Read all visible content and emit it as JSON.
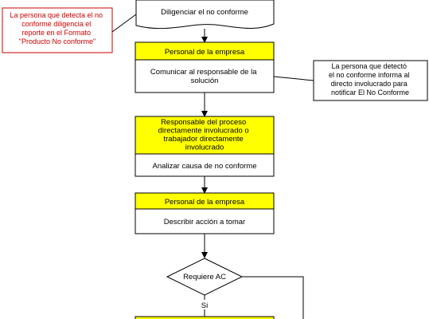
{
  "colors": {
    "header_fill": "#ffff00",
    "body_fill": "#ffffff",
    "stroke": "#000000",
    "note_red": "#cc0000",
    "note_red_border": "#cc0000"
  },
  "steps": {
    "document": {
      "label": "Diligenciar el no conforme"
    },
    "step1": {
      "role": "Personal de la empresa",
      "action": [
        "Comunicar al responsable de la",
        "solución"
      ]
    },
    "step2": {
      "role": [
        "Responsable del proceso",
        "directamente involucrado o",
        "trabajador directamente",
        "involucrado"
      ],
      "action": "Analizar causa de no conforme"
    },
    "step3": {
      "role": "Personal de la empresa",
      "action": "Describir acción a tomar"
    },
    "decision": {
      "label": "Requiere AC",
      "yes_label": "Si"
    }
  },
  "notes": {
    "left": [
      "La persona que detecta el no",
      "conforme diligencia el",
      "reporte en el Formato",
      "\"Producto No conforme\""
    ],
    "right": [
      "La persona que detectó",
      "el no conforme informa al",
      "directo involucrado para",
      "notificar El No Conforme"
    ]
  }
}
